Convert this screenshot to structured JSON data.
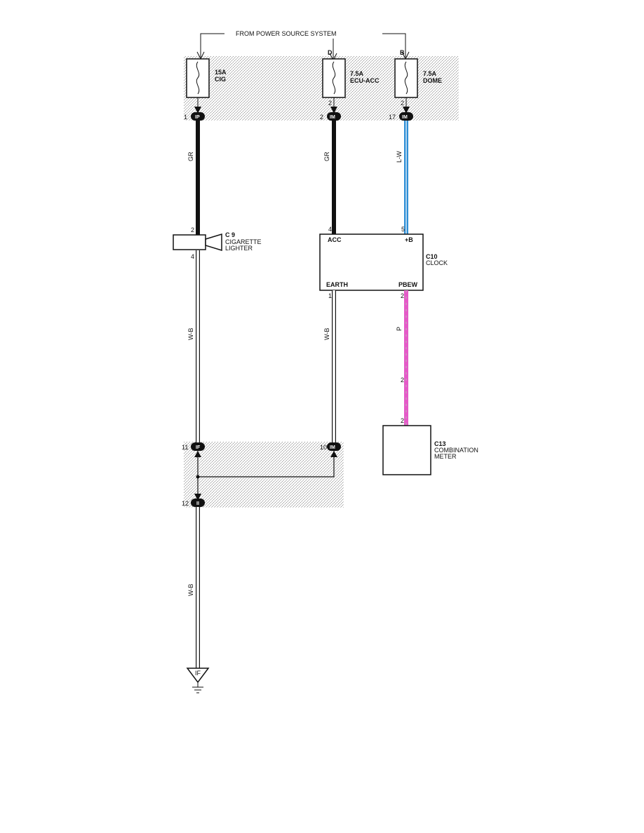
{
  "header": {
    "power_source": "FROM POWER SOURCE SYSTEM"
  },
  "fuses": [
    {
      "id": "cig",
      "rating": "15A",
      "name": "CIG",
      "terminal": "",
      "in_pin": "",
      "out_pin": "",
      "jb_pin": "1",
      "jb": "IP"
    },
    {
      "id": "ecu_acc",
      "rating": "7.5A",
      "name": "ECU-ACC",
      "terminal": "D",
      "in_pin": "",
      "out_pin": "2",
      "jb_pin": "2",
      "jb": "IM"
    },
    {
      "id": "dome",
      "rating": "7.5A",
      "name": "DOME",
      "terminal": "B",
      "in_pin": "",
      "out_pin": "2",
      "jb_pin": "17",
      "jb": "IM"
    }
  ],
  "wires": {
    "cig_supply": {
      "color_code": "GR",
      "hex": "#111111"
    },
    "acc_supply": {
      "color_code": "GR",
      "hex": "#111111"
    },
    "dome_supply": {
      "color_code": "L-W",
      "hex": "#49a9e6"
    },
    "lighter_gnd": {
      "color_code": "W-B",
      "hex": "#ffffff"
    },
    "clock_gnd": {
      "color_code": "W-B",
      "hex": "#ffffff"
    },
    "pbew": {
      "color_code": "P",
      "hex": "#ee66cc"
    },
    "main_gnd": {
      "color_code": "W-B",
      "hex": "#ffffff"
    }
  },
  "components": {
    "lighter": {
      "code": "C 9",
      "name_line1": "CIGARETTE",
      "name_line2": "LIGHTER",
      "pin_in": "2",
      "pin_out": "4"
    },
    "clock": {
      "code": "C10",
      "name": "CLOCK",
      "terminals": {
        "acc": "ACC",
        "b": "+B",
        "earth": "EARTH",
        "pbew": "PBEW"
      },
      "pins": {
        "acc": "4",
        "b": "5",
        "earth": "1",
        "pbew": "2"
      }
    },
    "meter": {
      "code": "C13",
      "name_line1": "COMBINATION",
      "name_line2": "METER",
      "pin": "2",
      "splice_pin": "2"
    }
  },
  "junctions": {
    "lower_ip": {
      "jb": "IF",
      "pin": "11"
    },
    "lower_im": {
      "jb": "IM",
      "pin": "10"
    },
    "splice": {
      "jb": "II",
      "pin": "12"
    }
  },
  "ground": {
    "label": "IF"
  }
}
